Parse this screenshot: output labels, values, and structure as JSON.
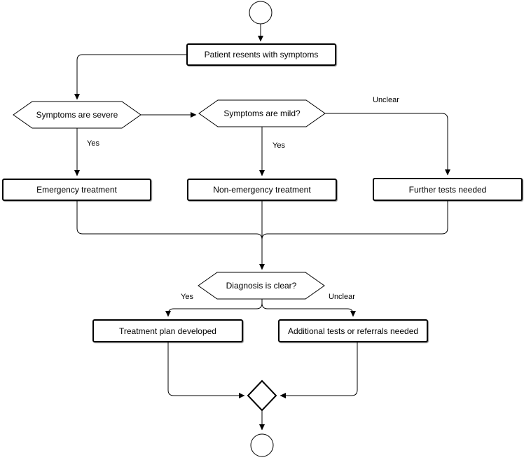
{
  "canvas": {
    "background_color": "#ffffff",
    "stroke_color": "#000000",
    "node_fill_color": "#ffffff"
  },
  "nodes": {
    "patient": {
      "label": "Patient resents with symptoms"
    },
    "severe": {
      "label": "Symptoms are severe"
    },
    "mild": {
      "label": "Symptoms are mild?"
    },
    "emergency": {
      "label": "Emergency treatment"
    },
    "non_emergency": {
      "label": "Non-emergency treatment"
    },
    "further_tests": {
      "label": "Further tests needed"
    },
    "diagnosis": {
      "label": "Diagnosis is clear?"
    },
    "treatment_plan": {
      "label": "Treatment plan developed"
    },
    "additional_tests": {
      "label": "Additional tests or referrals needed"
    }
  },
  "edge_labels": {
    "severe_yes": "Yes",
    "mild_yes": "Yes",
    "mild_unclear": "Unclear",
    "diagnosis_yes": "Yes",
    "diagnosis_unclear": "Unclear"
  },
  "edges": [
    {
      "from": "start",
      "to": "patient",
      "label": ""
    },
    {
      "from": "patient",
      "to": "severe",
      "label": ""
    },
    {
      "from": "severe",
      "to": "mild",
      "label": ""
    },
    {
      "from": "severe",
      "to": "emergency",
      "label": "Yes"
    },
    {
      "from": "mild",
      "to": "non_emergency",
      "label": "Yes"
    },
    {
      "from": "mild",
      "to": "further_tests",
      "label": "Unclear"
    },
    {
      "from": "emergency",
      "to": "diagnosis",
      "label": ""
    },
    {
      "from": "non_emergency",
      "to": "diagnosis",
      "label": ""
    },
    {
      "from": "further_tests",
      "to": "diagnosis",
      "label": ""
    },
    {
      "from": "diagnosis",
      "to": "treatment_plan",
      "label": "Yes"
    },
    {
      "from": "diagnosis",
      "to": "additional_tests",
      "label": "Unclear"
    },
    {
      "from": "treatment_plan",
      "to": "merge",
      "label": ""
    },
    {
      "from": "additional_tests",
      "to": "merge",
      "label": ""
    },
    {
      "from": "merge",
      "to": "end",
      "label": ""
    }
  ]
}
